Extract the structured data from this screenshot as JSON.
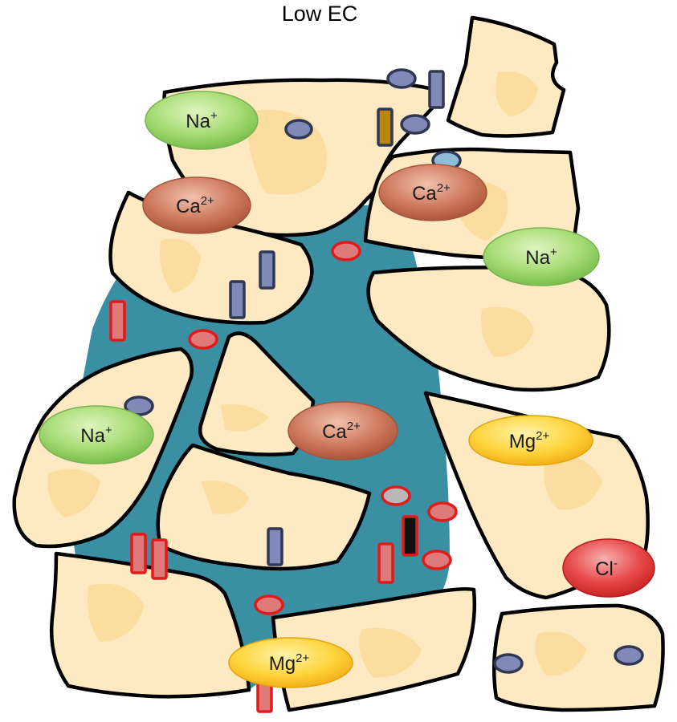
{
  "title": "Low EC",
  "colors": {
    "grain_fill": "#fde9c2",
    "water": "#3a8fa3",
    "na": "#8fd25e",
    "ca": "#c0664a",
    "mg": "#f7c22b",
    "cl": "#e43a3a"
  },
  "ions": [
    {
      "id": "na-1",
      "base": "Na",
      "charge": "+",
      "color": "na"
    },
    {
      "id": "ca-1",
      "base": "Ca",
      "charge": "2+",
      "color": "ca"
    },
    {
      "id": "ca-2",
      "base": "Ca",
      "charge": "2+",
      "color": "ca"
    },
    {
      "id": "na-2",
      "base": "Na",
      "charge": "+",
      "color": "na"
    },
    {
      "id": "na-3",
      "base": "Na",
      "charge": "+",
      "color": "na"
    },
    {
      "id": "ca-3",
      "base": "Ca",
      "charge": "2+",
      "color": "ca"
    },
    {
      "id": "mg-1",
      "base": "Mg",
      "charge": "2+",
      "color": "mg"
    },
    {
      "id": "cl-1",
      "base": "Cl",
      "charge": "-",
      "color": "cl"
    },
    {
      "id": "mg-2",
      "base": "Mg",
      "charge": "2+",
      "color": "mg"
    }
  ]
}
